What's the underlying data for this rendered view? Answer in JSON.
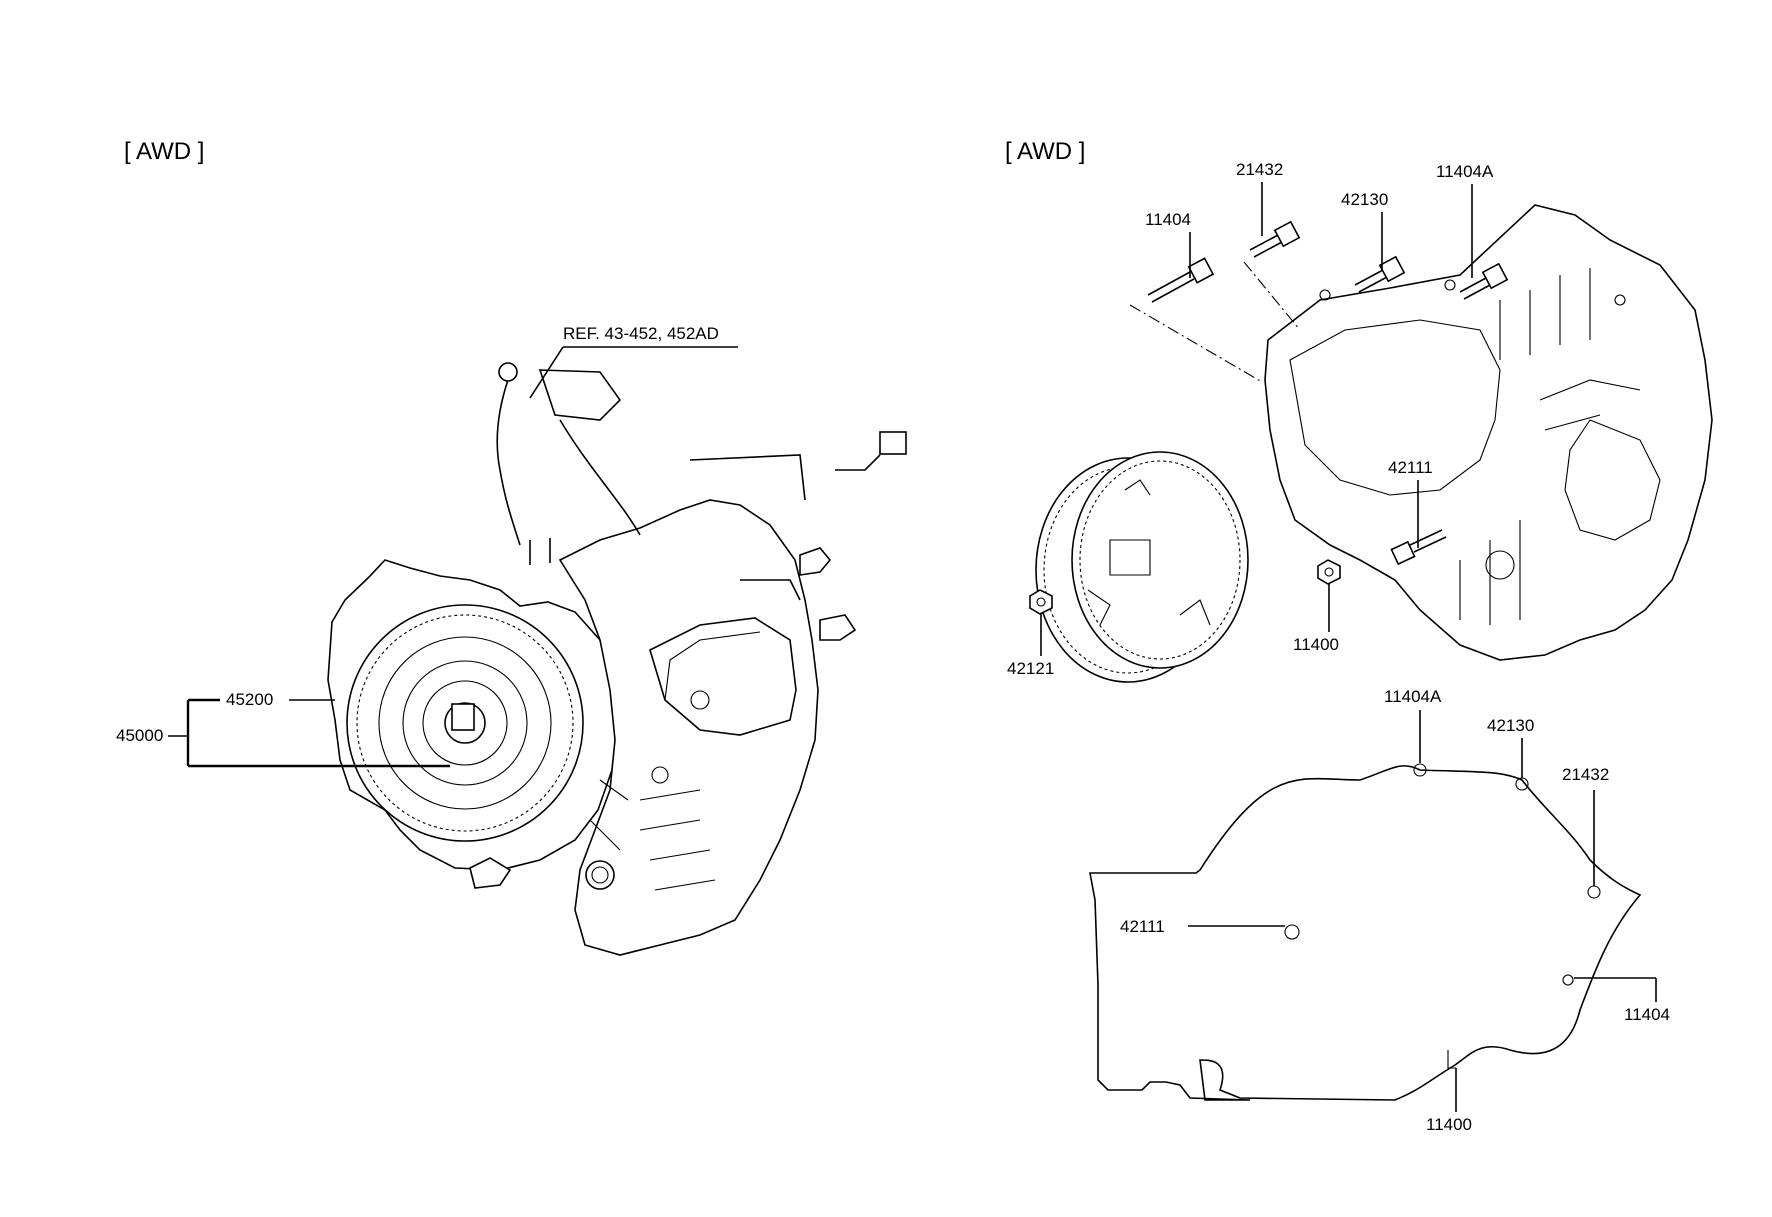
{
  "left_panel": {
    "header": "[ AWD ]",
    "ref_label": "REF. 43-452, 452AD",
    "labels": {
      "p45200": "45200",
      "p45000": "45000"
    }
  },
  "right_panel": {
    "header": "[ AWD ]",
    "exploded_labels": {
      "p11404": "11404",
      "p21432": "21432",
      "p42130": "42130",
      "p11404A": "11404A",
      "p42111": "42111",
      "p42121": "42121",
      "p11400": "11400"
    },
    "outline_labels": {
      "p11404A": "11404A",
      "p42130": "42130",
      "p21432": "21432",
      "p42111": "42111",
      "p11404": "11404",
      "p11400": "11400"
    }
  }
}
